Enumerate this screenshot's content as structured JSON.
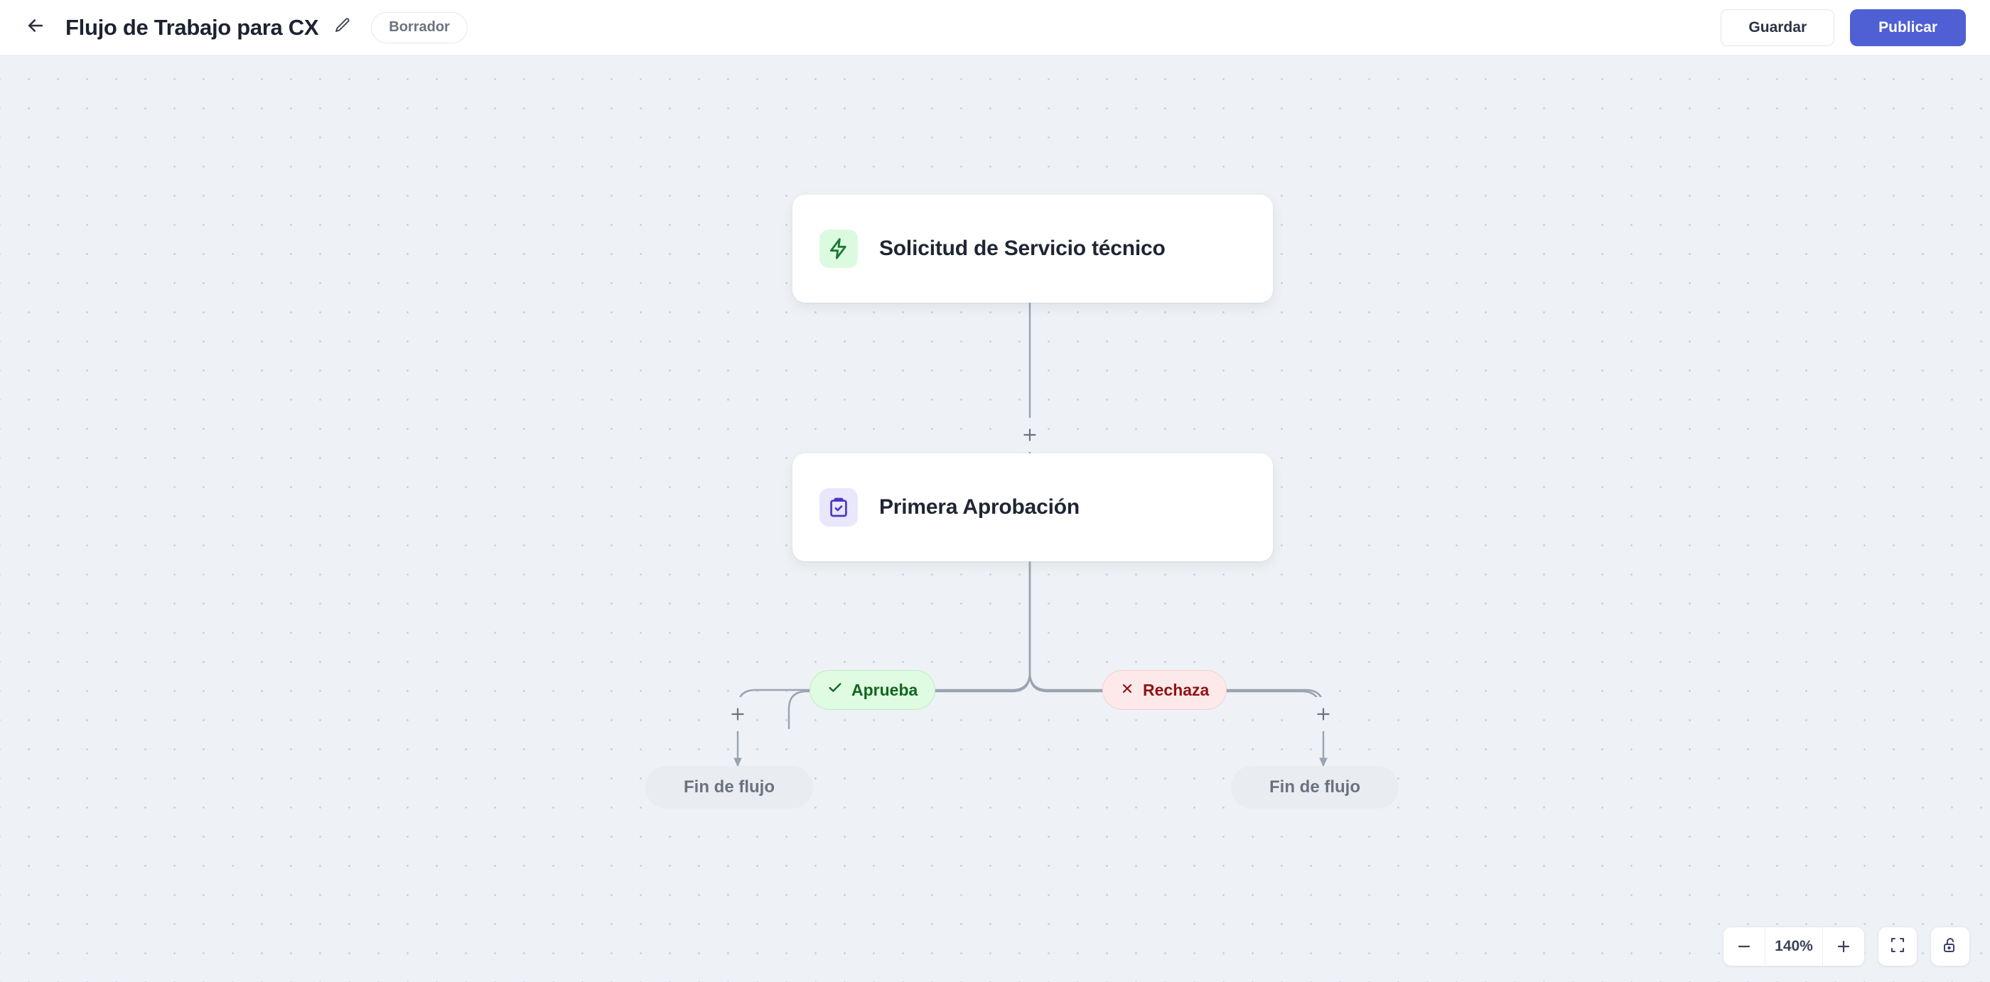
{
  "header": {
    "back_icon": "arrow-left-icon",
    "title": "Flujo de Trabajo para CX",
    "edit_icon": "pencil-icon",
    "status_badge": "Borrador",
    "save_label": "Guardar",
    "publish_label": "Publicar",
    "publish_color": "#4f5fd4"
  },
  "canvas": {
    "nodes": [
      {
        "id": "trigger",
        "label": "Solicitud de Servicio técnico",
        "icon": "lightning-bolt-icon",
        "icon_color": "#1a7a32",
        "icon_bg": "#dcfadf"
      },
      {
        "id": "approval",
        "label": "Primera Aprobación",
        "icon": "clipboard-check-icon",
        "icon_color": "#4c37c4",
        "icon_bg": "#e9e7fb"
      }
    ],
    "branches": [
      {
        "id": "approve",
        "label": "Aprueba",
        "icon": "check-icon",
        "color": "#11661f",
        "bg": "#dffbe1"
      },
      {
        "id": "reject",
        "label": "Rechaza",
        "icon": "x-icon",
        "color": "#8f1313",
        "bg": "#fde9e9"
      }
    ],
    "end_nodes": [
      {
        "id": "end-left",
        "label": "Fin de flujo"
      },
      {
        "id": "end-right",
        "label": "Fin de flujo"
      }
    ],
    "add_buttons": [
      {
        "id": "add-main"
      },
      {
        "id": "add-left"
      },
      {
        "id": "add-right"
      }
    ]
  },
  "zoom_controls": {
    "zoom_out_icon": "minus-icon",
    "level": "140%",
    "zoom_in_icon": "plus-icon",
    "fit_view_icon": "fit-view-icon",
    "lock_icon": "unlock-icon"
  }
}
